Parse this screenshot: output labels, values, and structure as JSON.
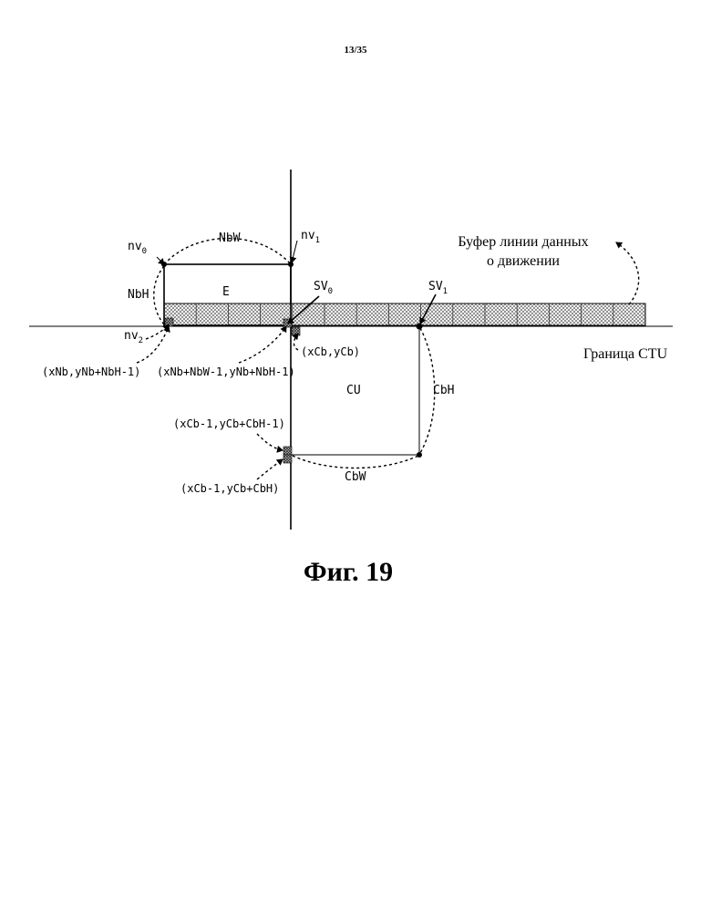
{
  "page_number": "13/35",
  "figure_caption": "Фиг. 19",
  "labels": {
    "nv0": "nv",
    "nv0_sub": "0",
    "nv1": "nv",
    "nv1_sub": "1",
    "nv2": "nv",
    "nv2_sub": "2",
    "nbw": "NbW",
    "nbh": "NbH",
    "e": "E",
    "sv0": "SV",
    "sv0_sub": "0",
    "sv1": "SV",
    "sv1_sub": "1",
    "buffer_line1": "Буфер линии данных",
    "buffer_line2": "о движении",
    "ctu_boundary": "Граница CTU",
    "xnb": "(xNb,yNb+NbH-1)",
    "xnbw": "(xNb+NbW-1,yNb+NbH-1)",
    "xcb": "(xCb,yCb)",
    "cu": "CU",
    "cbh": "CbH",
    "cbw": "CbW",
    "xcb_h1": "(xCb-1,yCb+CbH-1)",
    "xcb_h": "(xCb-1,yCb+CbH)"
  }
}
